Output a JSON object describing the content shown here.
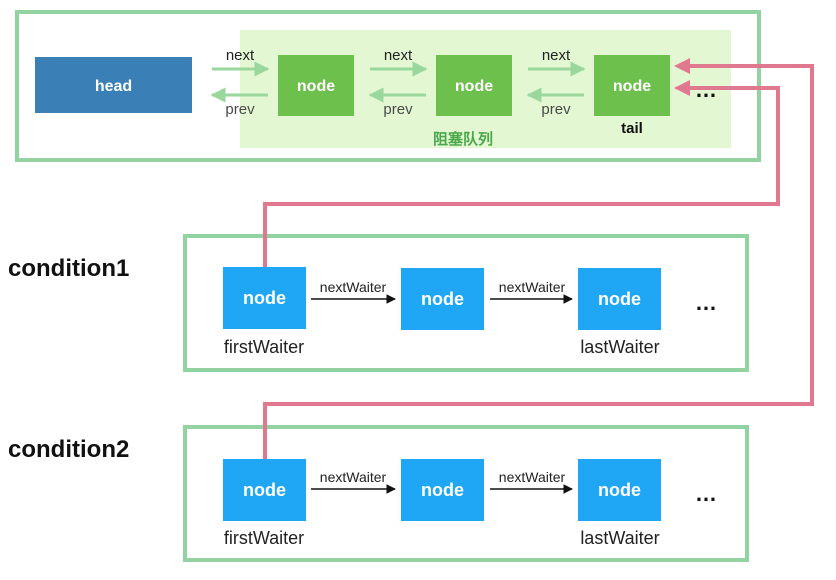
{
  "colors": {
    "frame_border": "#93d3a2",
    "queue_background": "#e3f8d2",
    "head_fill": "#3a7fb5",
    "sync_node_fill": "#6dc04b",
    "cond_node_fill": "#1fa6f5",
    "link_arrow": "#9ad79d",
    "waiter_arrow": "#111111",
    "transfer_line": "#e07890",
    "caption_green": "#4aa84a"
  },
  "sync_queue": {
    "head_label": "head",
    "node_label": "node",
    "next_label": "next",
    "prev_label": "prev",
    "tail_label": "tail",
    "ellipsis": "…",
    "caption": "阻塞队列"
  },
  "conditions": [
    {
      "name": "condition1",
      "node_label": "node",
      "link_label": "nextWaiter",
      "first_label": "firstWaiter",
      "last_label": "lastWaiter",
      "ellipsis": "…"
    },
    {
      "name": "condition2",
      "node_label": "node",
      "link_label": "nextWaiter",
      "first_label": "firstWaiter",
      "last_label": "lastWaiter",
      "ellipsis": "…"
    }
  ]
}
